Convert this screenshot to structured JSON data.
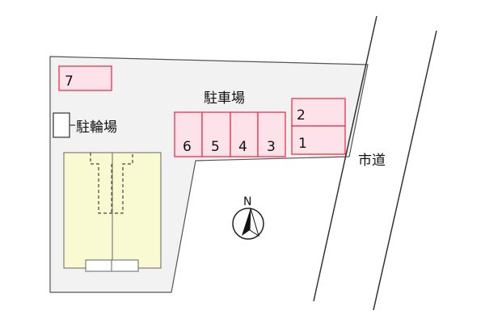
{
  "labels": {
    "parking": "駐車場",
    "bicycle_parking": "駐輪場",
    "city_road": "市道",
    "north": "N"
  },
  "parking_spaces": [
    "7",
    "2",
    "1",
    "6",
    "5",
    "4",
    "3"
  ],
  "colors": {
    "lot_fill": "#f2f2f2",
    "building_fill": "#fafad2",
    "space_fill": "#fde2ea",
    "space_border": "#e8344e",
    "line": "#333333"
  }
}
